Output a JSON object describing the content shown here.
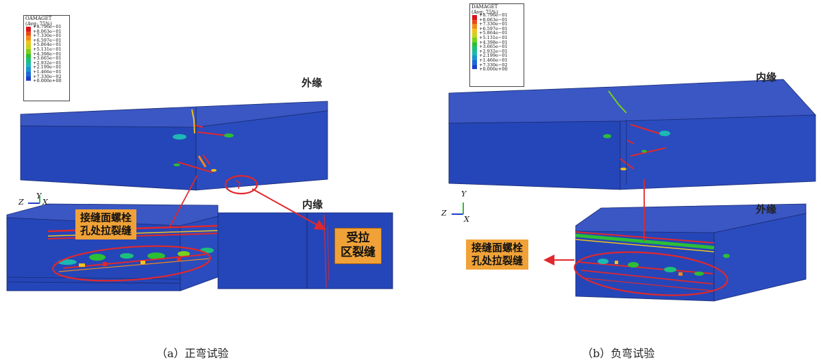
{
  "panel_a": {
    "caption": "（a）正弯试验",
    "outer_label": "外缘",
    "inner_label": "内缘",
    "callout_bolt": [
      "接缝面螺栓",
      "孔处拉裂缝"
    ],
    "callout_tension": [
      "受拉",
      "区裂缝"
    ],
    "legend": {
      "title": [
        "OAMAGET",
        "(Avg: 75%)"
      ],
      "values": [
        "+8.796e−01",
        "+8.063e−01",
        "+7.330e−01",
        "+6.597e−01",
        "+5.864e−01",
        "+5.131e−01",
        "+4.398e−01",
        "+3.665e−01",
        "+2.932e−01",
        "+2.199e−01",
        "+1.466e−01",
        "+7.330e−02",
        "+0.000e+00"
      ]
    },
    "axes": {
      "z": "Z",
      "y": "Y",
      "x": "X"
    }
  },
  "panel_b": {
    "caption": "（b）负弯试验",
    "inner_label": "内缘",
    "outer_label": "外缘",
    "callout_bolt": [
      "接缝面螺栓",
      "孔处拉裂缝"
    ],
    "legend": {
      "title": [
        "DAMAGET",
        "(Avg: 75%)"
      ],
      "values": [
        "+8.796e−01",
        "+8.063e−01",
        "+7.330e−01",
        "+6.597e−01",
        "+5.864e−01",
        "+5.131e−01",
        "+4.398e−01",
        "+3.665e−01",
        "+2.932e−01",
        "+2.199e−01",
        "+1.466e−01",
        "+7.330e−02",
        "+0.000e+00"
      ]
    },
    "axes": {
      "z": "Z",
      "y": "Y",
      "x": "X"
    }
  },
  "colors": {
    "model_blue": "#2546b8",
    "annotation_red": "#e0282c",
    "callout_orange": "#f0a238",
    "legend_ramp": [
      "#d8141c",
      "#ea4a1a",
      "#f28a1c",
      "#f2c21c",
      "#c8d41c",
      "#7ad01c",
      "#2cbe36",
      "#1cc07a",
      "#1cb8b4",
      "#1c92d0",
      "#1c6ad4",
      "#1c40c8",
      "#1a2aa6"
    ]
  }
}
